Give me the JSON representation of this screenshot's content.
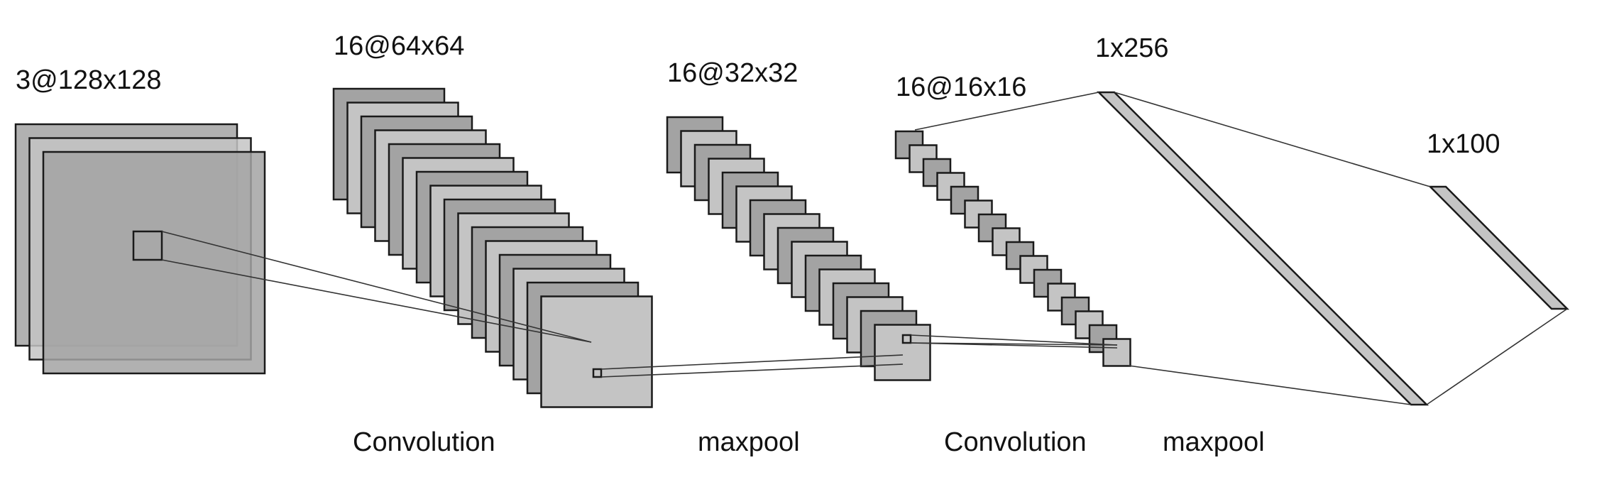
{
  "layers": [
    {
      "id": "input",
      "label": "3@128x128",
      "maps": 3
    },
    {
      "id": "conv1",
      "label": "16@64x64",
      "maps": 16
    },
    {
      "id": "pool1",
      "label": "16@32x32",
      "maps": 16
    },
    {
      "id": "conv2",
      "label": "16@16x16",
      "maps": 16
    },
    {
      "id": "dense1",
      "label": "1x256"
    },
    {
      "id": "dense2",
      "label": "1x100"
    }
  ],
  "operations": [
    "Convolution",
    "maxpool",
    "Convolution",
    "maxpool"
  ],
  "colors": {
    "map_dark": "#a3a3a3",
    "map_light": "#c4c4c4",
    "stroke": "#1a1a1a",
    "text": "#111111"
  }
}
